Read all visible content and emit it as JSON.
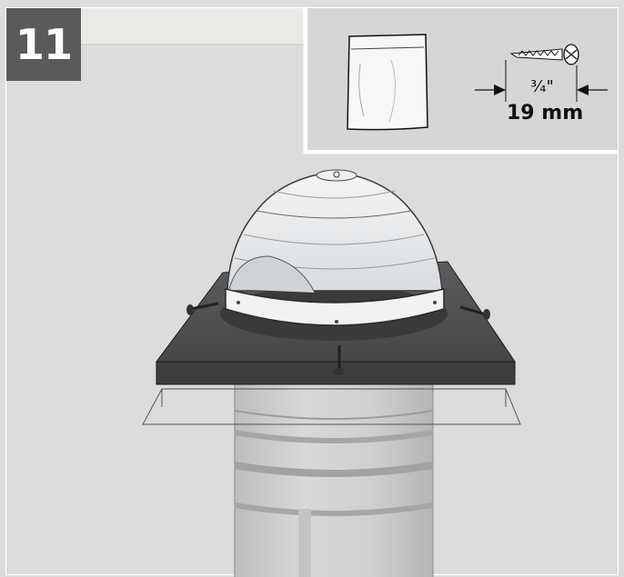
{
  "step": {
    "number": "11"
  },
  "parts": {
    "bag": {
      "name": "hardware-bag"
    },
    "screw": {
      "length_fraction": "¾\"",
      "length_metric": "19 mm"
    }
  },
  "colors": {
    "background": "#dcdcdc",
    "badge": "#5a5a5a",
    "panel": "#d6d6d6",
    "flashing": "#4e4e4e",
    "tube": "#cfcfcf",
    "dome": "#e8eaec",
    "outline": "#222222"
  }
}
